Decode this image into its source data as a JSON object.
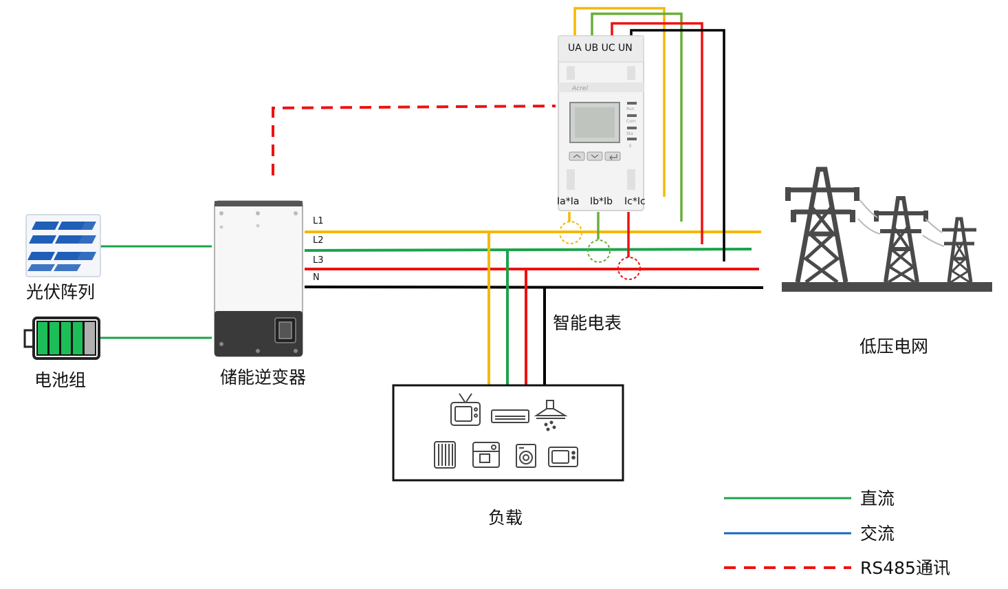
{
  "labels": {
    "pv": "光伏阵列",
    "battery": "电池组",
    "inverter": "储能逆变器",
    "meter": "智能电表",
    "grid": "低压电网",
    "load": "负载"
  },
  "meter": {
    "voltage_terminals": "UA UB UC UN",
    "ct_a": "Ia*Ia",
    "ct_b": "Ib*Ib",
    "ct_c": "Ic*Ic",
    "brand": "Acrel",
    "led_run": "Run",
    "led_com": "Com",
    "led_sta": "Sta",
    "led_e": "E"
  },
  "lines": {
    "l1": "L1",
    "l2": "L2",
    "l3": "L3",
    "n": "N"
  },
  "legend": {
    "dc": "直流",
    "ac": "交流",
    "rs485": "RS485通讯"
  },
  "colors": {
    "l1": "#f5b800",
    "l2": "#1aa34a",
    "l3": "#ee1111",
    "n": "#000000",
    "ub_wire": "#6aad3a",
    "dc": "#1aa34a",
    "ac": "#1466c2",
    "rs485": "#ee1111"
  }
}
